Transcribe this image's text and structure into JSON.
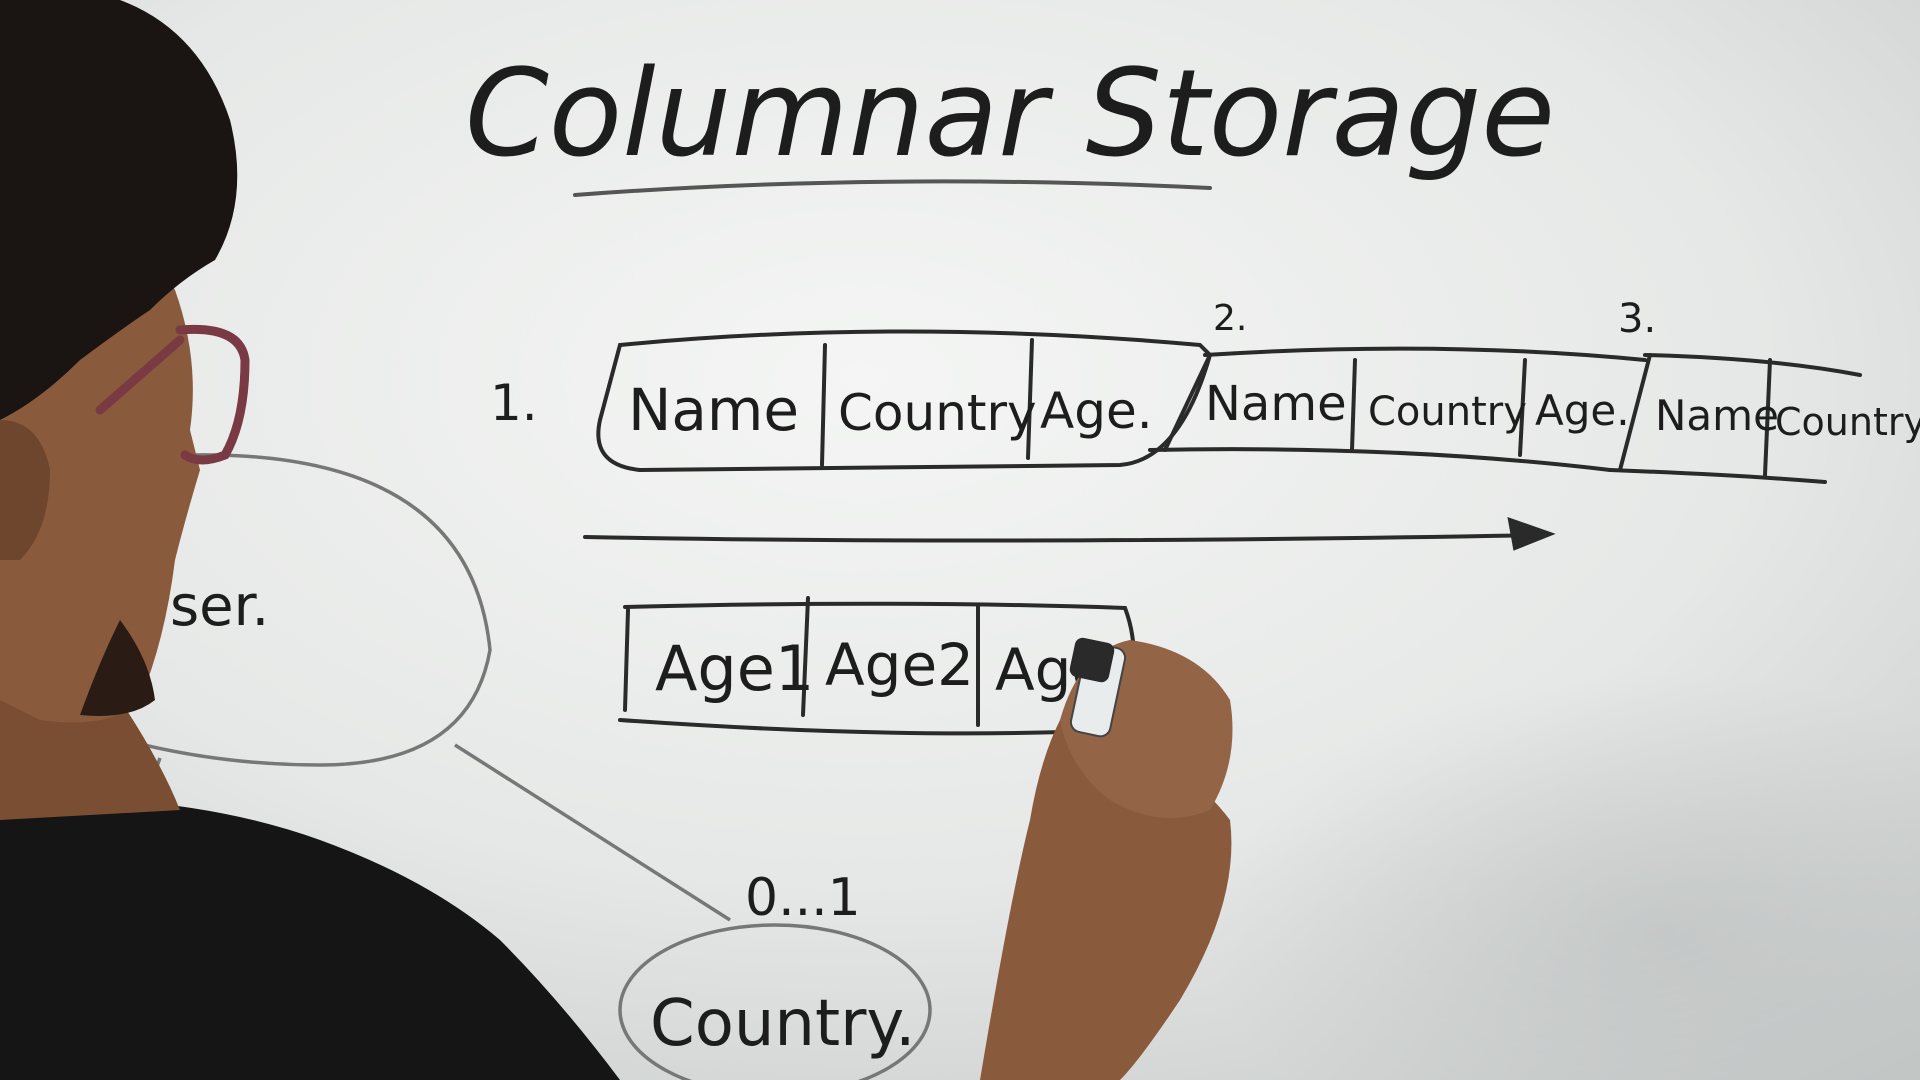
{
  "whiteboard": {
    "title": "Columnar Storage",
    "row_storage": {
      "record_numbers": [
        "1.",
        "2.",
        "3."
      ],
      "records": [
        {
          "fields": [
            "Name",
            "Country",
            "Age."
          ]
        },
        {
          "fields": [
            "Name",
            "Country",
            "Age."
          ]
        },
        {
          "fields": [
            "Name",
            "Country.."
          ]
        }
      ]
    },
    "column_storage": {
      "cells": [
        "Age1",
        "Age2",
        "Age"
      ]
    },
    "er_diagram": {
      "entity_user_partial": "ser.",
      "multiplicity": "0...1",
      "entity_country": "Country."
    }
  },
  "colors": {
    "board_bright": "#f3f4f3",
    "board_shade": "#b9bdbc",
    "marker_ink": "#1d1d1d",
    "faint_ink": "#777777",
    "shirt": "#151515",
    "skin": "#8a5a3c",
    "hair": "#1a1512",
    "glasses": "#7a3a44"
  }
}
